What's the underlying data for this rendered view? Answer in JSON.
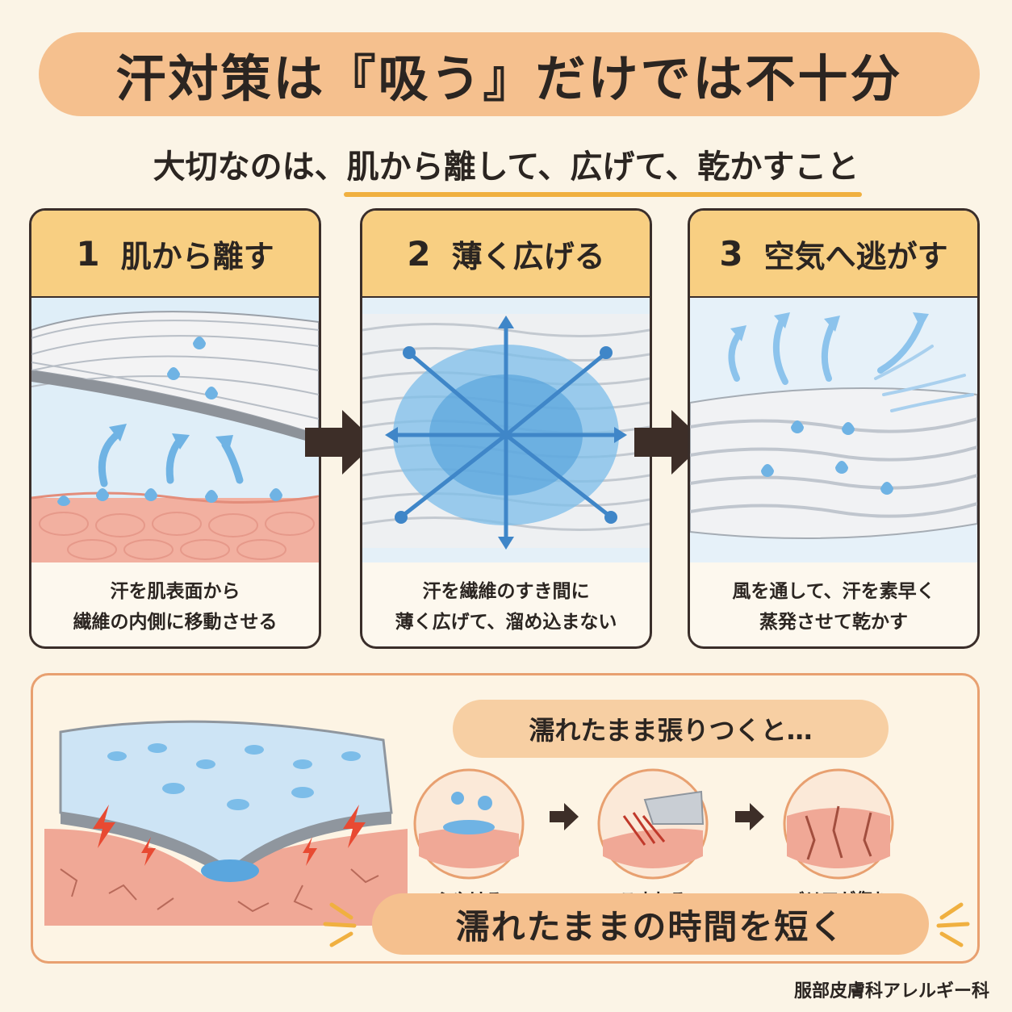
{
  "title": "汗対策は『吸う』だけでは不十分",
  "subtitle": {
    "prefix": "大切なのは、",
    "highlight": "肌から離して、広げて、乾かすこと"
  },
  "steps": [
    {
      "num": "1",
      "label": "肌から離す",
      "caption_line1": "汗を肌表面から",
      "caption_line2": "繊維の内側に移動させる"
    },
    {
      "num": "2",
      "label": "薄く広げる",
      "caption_line1": "汗を繊維のすき間に",
      "caption_line2": "薄く広げて、溜め込まない"
    },
    {
      "num": "3",
      "label": "空気へ逃がす",
      "caption_line1": "風を通して、汗を素早く",
      "caption_line2": "蒸発させて乾かす"
    }
  ],
  "warning": {
    "heading": "濡れたまま張りつくと…",
    "effects": [
      {
        "label": "ふやける"
      },
      {
        "label": "こすれる"
      },
      {
        "label": "バリアが傷む"
      }
    ],
    "conclusion": "濡れたままの時間を短く"
  },
  "footer": "服部皮膚科アレルギー科",
  "colors": {
    "background": "#fbf4e6",
    "banner": "#f5c08e",
    "panel_header": "#f8cf82",
    "sweat_blue": "#6fb3e4",
    "skin": "#f2b0a0",
    "arrow_brown": "#3d2e28"
  },
  "icons": [
    "arrow-right-icon",
    "water-drop-icon",
    "lightning-icon",
    "sparkle-icon"
  ]
}
